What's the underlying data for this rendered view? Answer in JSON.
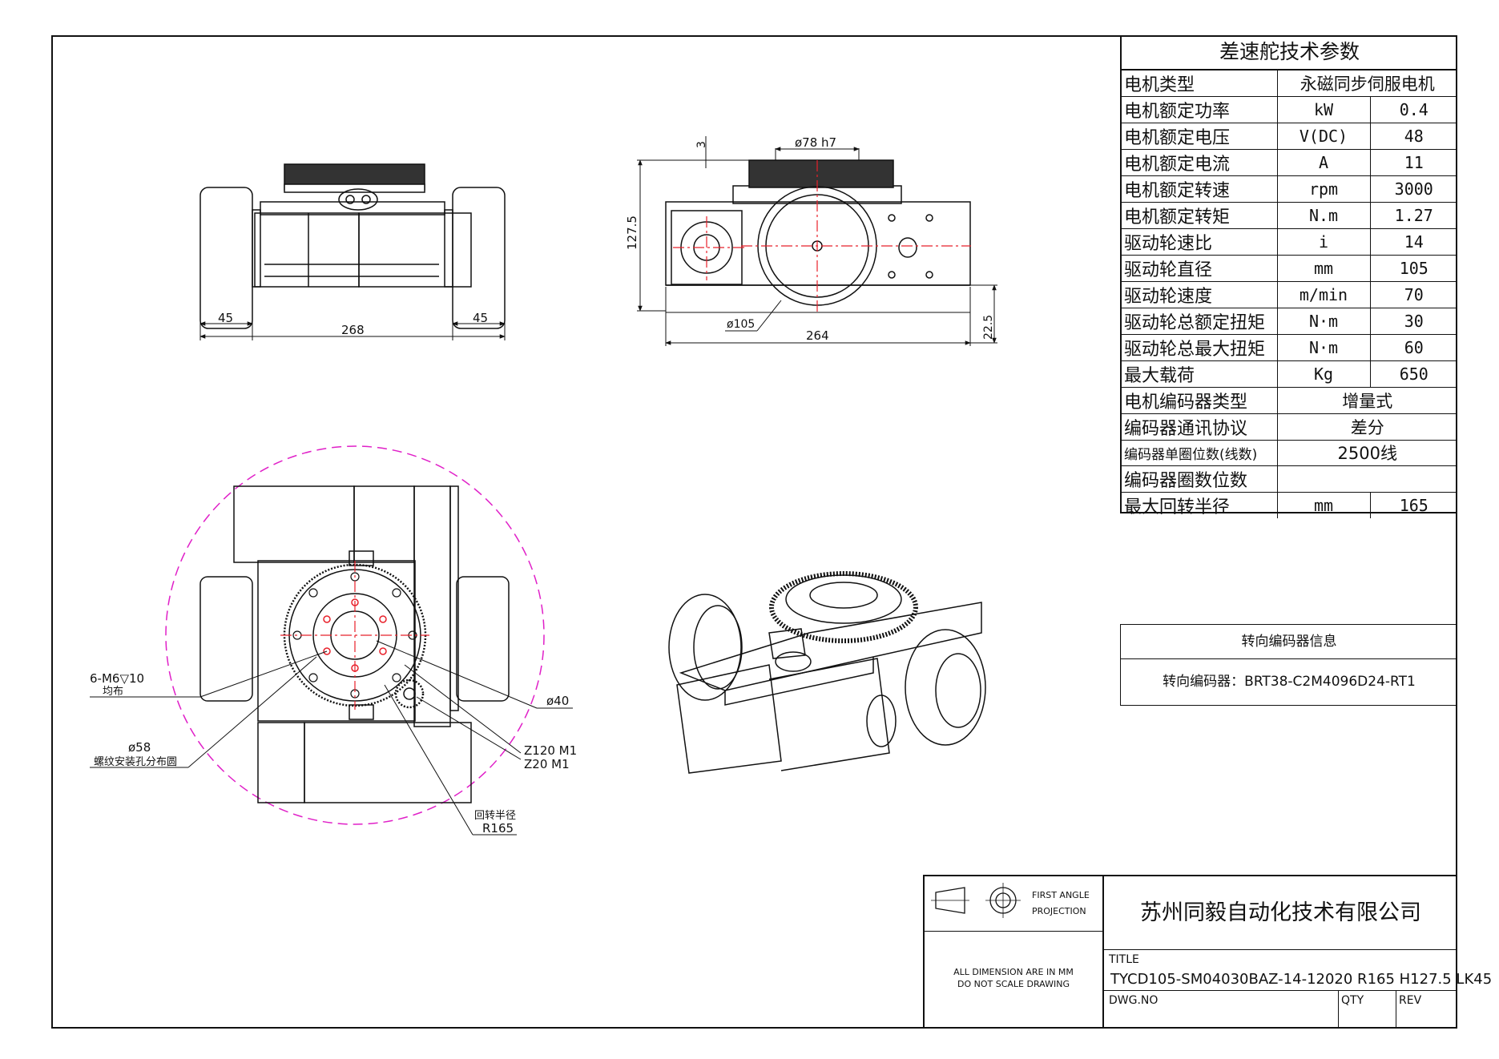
{
  "spec": {
    "title": "差速舵技术参数",
    "motor_type_label": "电机类型",
    "motor_type_value": "永磁同步伺服电机",
    "rows": [
      {
        "name": "电机额定功率",
        "unit": "kW",
        "value": "0.4"
      },
      {
        "name": "电机额定电压",
        "unit": "V(DC)",
        "value": "48"
      },
      {
        "name": "电机额定电流",
        "unit": "A",
        "value": "11"
      },
      {
        "name": "电机额定转速",
        "unit": "rpm",
        "value": "3000"
      },
      {
        "name": "电机额定转矩",
        "unit": "N.m",
        "value": "1.27"
      },
      {
        "name": "驱动轮速比",
        "unit": "i",
        "value": "14"
      },
      {
        "name": "驱动轮直径",
        "unit": "mm",
        "value": "105"
      },
      {
        "name": "驱动轮速度",
        "unit": "m/min",
        "value": "70"
      },
      {
        "name": "驱动轮总额定扭矩",
        "unit": "N·m",
        "value": "30"
      },
      {
        "name": "驱动轮总最大扭矩",
        "unit": "N·m",
        "value": "60"
      },
      {
        "name": "最大载荷",
        "unit": "Kg",
        "value": "650"
      }
    ],
    "encoder_type_label": "电机编码器类型",
    "encoder_type_value": "增量式",
    "encoder_protocol_label": "编码器通讯协议",
    "encoder_protocol_value": "差分",
    "encoder_single_label": "编码器单圈位数(线数)",
    "encoder_single_value": "2500线",
    "encoder_multi_label": "编码器圈数位数",
    "encoder_multi_value": "",
    "radius_label": "最大回转半径",
    "radius_unit": "mm",
    "radius_value": "165"
  },
  "steer_encoder": {
    "title": "转向编码器信息",
    "line": "转向编码器：BRT38-C2M4096D24-RT1"
  },
  "title_block": {
    "projection_line1": "FIRST ANGLE",
    "projection_line2": "PROJECTION",
    "note_line1": "ALL DIMENSION ARE IN MM",
    "note_line2": "DO NOT SCALE DRAWING",
    "company": "苏州同毅自动化技术有限公司",
    "title_label": "TITLE",
    "title_value": "TYCD105-SM04030BAZ-14-12020 R165 H127.5 LK45",
    "dwg_label": "DWG.NO",
    "qty_label": "QTY",
    "rev_label": "REV"
  },
  "dims": {
    "front": {
      "wheel_left": "45",
      "wheel_right": "45",
      "total": "268"
    },
    "side": {
      "top_gap": "3",
      "bore": "ø78 h7",
      "height": "127.5",
      "wheel_dia": "ø105",
      "length": "264",
      "bottom": "22.5"
    },
    "plan": {
      "holes_line1": "6-M6▽10",
      "holes_line2": "均布",
      "pcd_line1": "ø58",
      "pcd_line2": "螺纹安装孔分布圆",
      "center": "ø40",
      "gear_big": "Z120  M1",
      "gear_small": "Z20   M1",
      "radius_line1": "回转半径",
      "radius_line2": "R165"
    }
  },
  "colors": {
    "line": "#111111",
    "center_line": "#e8202a",
    "swing_circle": "#e020c8"
  }
}
